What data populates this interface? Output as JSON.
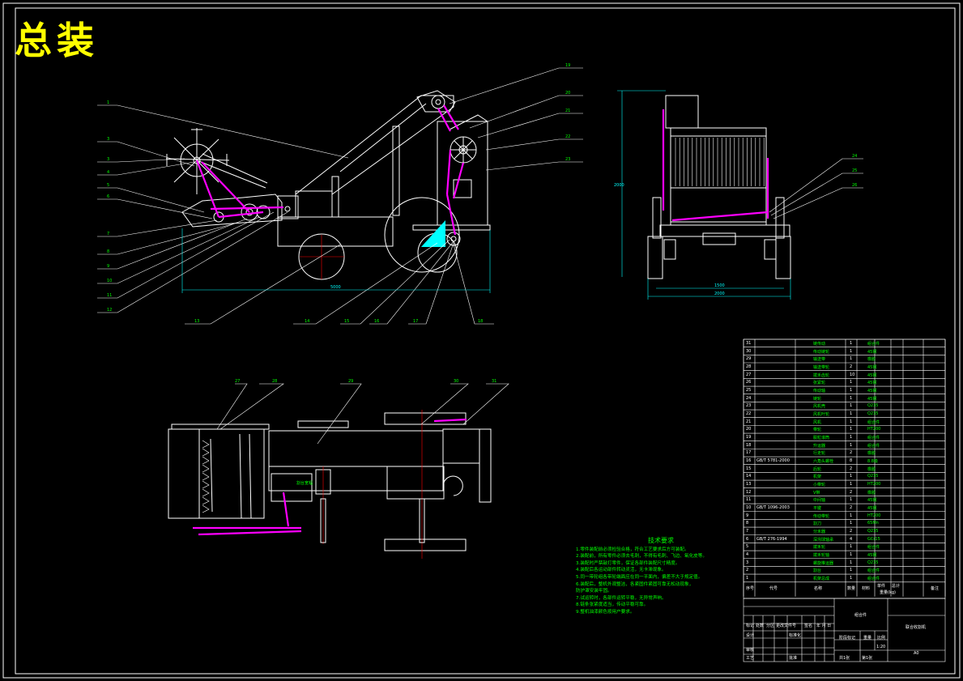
{
  "title": "总装",
  "balloons": {
    "front": [
      "1",
      "3",
      "3",
      "4",
      "5",
      "6",
      "7",
      "8",
      "9",
      "10",
      "11",
      "12",
      "13",
      "14",
      "15",
      "16",
      "17",
      "18",
      "19",
      "20",
      "21",
      "22",
      "23"
    ],
    "side": [
      "24",
      "25",
      "26"
    ],
    "top": [
      "27",
      "28",
      "29",
      "30",
      "31"
    ]
  },
  "dimensions": {
    "front_length": "5000",
    "side_height": "2000",
    "side_width_inner": "1500",
    "side_width_outer": "2000"
  },
  "top_view_label": "割台宽幅",
  "notes": {
    "heading": "技术要求",
    "lines": [
      "1.零件装配前必须检验合格，符合工艺要求后方可装配。",
      "2.装配前，所有零件必须去毛刺，不得有毛刺、飞边、氧化皮等。",
      "3.装配时严禁敲打零件，保证各部件装配尺寸精度。",
      "4.装配后各运动部件转动灵活，无卡滞现象。",
      "5.同一带轮组各带轮端面应在同一平面内，偏差不大于规定值。",
      "6.装配后，整机外观整洁，各紧固件紧固可靠无松动现象，",
      "  防护罩安装牢固。",
      "7.试运转时，各部件运转平稳，无异常声响。",
      "8.链条张紧度适当，传动平稳可靠。",
      "9.整机油漆颜色按用户要求。"
    ]
  },
  "bom": {
    "rows": [
      {
        "no": "31",
        "code": "",
        "name": "链传动",
        "qty": "1",
        "mat": "组合件"
      },
      {
        "no": "30",
        "code": "",
        "name": "传动链轮",
        "qty": "1",
        "mat": "45钢"
      },
      {
        "no": "29",
        "code": "",
        "name": "输送带",
        "qty": "1",
        "mat": "橡胶"
      },
      {
        "no": "28",
        "code": "",
        "name": "输送带轮",
        "qty": "2",
        "mat": "45钢"
      },
      {
        "no": "27",
        "code": "",
        "name": "拨禾齿轮",
        "qty": "10",
        "mat": "45钢"
      },
      {
        "no": "26",
        "code": "",
        "name": "张紧轮",
        "qty": "1",
        "mat": "45钢"
      },
      {
        "no": "25",
        "code": "",
        "name": "传动轴",
        "qty": "1",
        "mat": "45钢"
      },
      {
        "no": "24",
        "code": "",
        "name": "链轮",
        "qty": "1",
        "mat": "45钢"
      },
      {
        "no": "23",
        "code": "",
        "name": "风机壳",
        "qty": "1",
        "mat": "Q235"
      },
      {
        "no": "22",
        "code": "",
        "name": "风机叶轮",
        "qty": "1",
        "mat": "Q235"
      },
      {
        "no": "21",
        "code": "",
        "name": "风机",
        "qty": "1",
        "mat": "组合件"
      },
      {
        "no": "20",
        "code": "",
        "name": "带轮",
        "qty": "1",
        "mat": "HT200"
      },
      {
        "no": "19",
        "code": "",
        "name": "脱粒滚筒",
        "qty": "1",
        "mat": "组合件"
      },
      {
        "no": "18",
        "code": "",
        "name": "升运器",
        "qty": "1",
        "mat": "组合件"
      },
      {
        "no": "17",
        "code": "",
        "name": "行走轮",
        "qty": "2",
        "mat": "橡胶"
      },
      {
        "no": "16",
        "code": "GB/T 5781-2000",
        "name": "六角头螺栓",
        "qty": "8",
        "mat": "8.8级"
      },
      {
        "no": "15",
        "code": "",
        "name": "后轮",
        "qty": "2",
        "mat": "橡胶"
      },
      {
        "no": "14",
        "code": "",
        "name": "机架",
        "qty": "1",
        "mat": "Q235"
      },
      {
        "no": "13",
        "code": "",
        "name": "小带轮",
        "qty": "1",
        "mat": "HT200"
      },
      {
        "no": "12",
        "code": "",
        "name": "V带",
        "qty": "2",
        "mat": "橡胶"
      },
      {
        "no": "11",
        "code": "",
        "name": "中间轴",
        "qty": "1",
        "mat": "45钢"
      },
      {
        "no": "10",
        "code": "GB/T 1096-2003",
        "name": "平键",
        "qty": "2",
        "mat": "45钢"
      },
      {
        "no": "9",
        "code": "",
        "name": "传动带轮",
        "qty": "1",
        "mat": "HT200"
      },
      {
        "no": "8",
        "code": "",
        "name": "割刀",
        "qty": "1",
        "mat": "65Mn"
      },
      {
        "no": "7",
        "code": "",
        "name": "分禾器",
        "qty": "2",
        "mat": "Q235"
      },
      {
        "no": "6",
        "code": "GB/T 276-1994",
        "name": "深沟球轴承",
        "qty": "4",
        "mat": "GCr15"
      },
      {
        "no": "5",
        "code": "",
        "name": "拨禾轮",
        "qty": "1",
        "mat": "组合件"
      },
      {
        "no": "4",
        "code": "",
        "name": "拨禾轮轴",
        "qty": "1",
        "mat": "45钢"
      },
      {
        "no": "3",
        "code": "",
        "name": "螺旋推运器",
        "qty": "1",
        "mat": "Q235"
      },
      {
        "no": "2",
        "code": "",
        "name": "割台",
        "qty": "1",
        "mat": "组合件"
      },
      {
        "no": "1",
        "code": "",
        "name": "机架总成",
        "qty": "1",
        "mat": "组合件"
      }
    ],
    "header": {
      "no": "序号",
      "code": "代号",
      "name": "名称",
      "qty": "数量",
      "mat": "材料",
      "unit_weight": "单件",
      "total_weight": "总计",
      "weight_label": "重量(kg)",
      "remark": "备注"
    }
  },
  "title_block": {
    "drawing_name": "联合收割机",
    "material": "组合件",
    "rev_headers": [
      "标记",
      "处数",
      "分区",
      "更改文件号",
      "签名",
      "年 月 日"
    ],
    "roles": [
      "设计",
      "审核",
      "工艺"
    ],
    "std_label": "标准化",
    "approve_label": "批准",
    "stage_label": "阶段标记",
    "weight_label": "重量",
    "scale_label": "比例",
    "scale": "1:20",
    "sheets_label": "共1张",
    "sheet_label": "第1张",
    "code": "A0"
  },
  "colors": {
    "background": "#000000",
    "lines": "#ffffff",
    "belts": "#ff00ff",
    "dims": "#00ffff",
    "text": "#00ff00",
    "title": "#ffff00"
  }
}
